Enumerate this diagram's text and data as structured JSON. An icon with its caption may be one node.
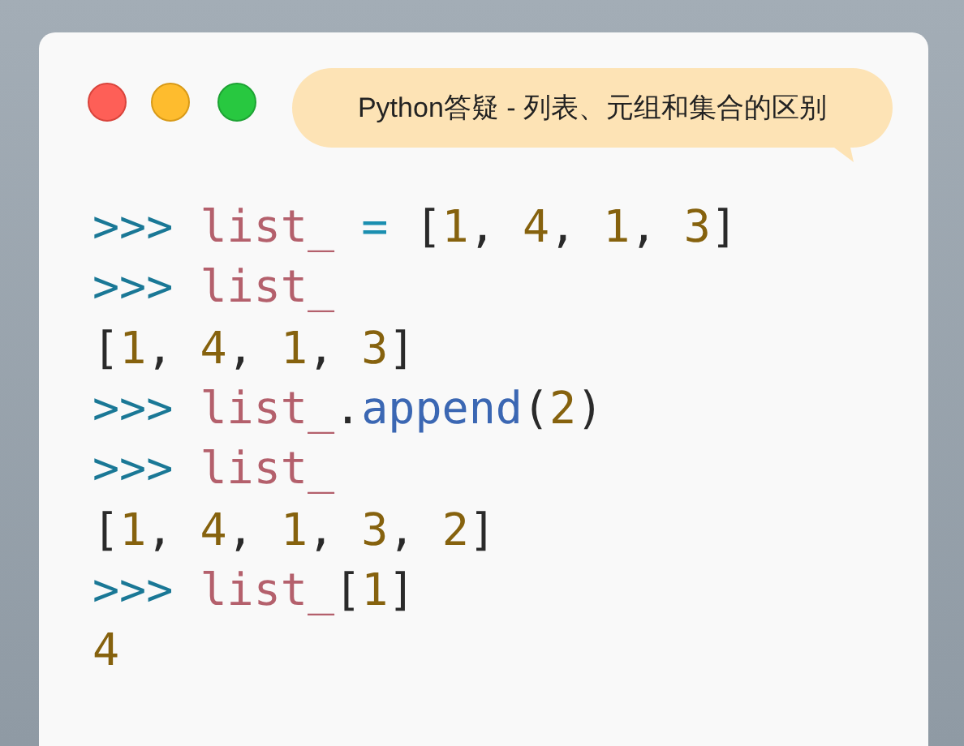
{
  "diagram": {
    "nodes": [
      {
        "text": [
          "Python答疑 - 列表、元组和集合的区别"
        ]
      }
    ],
    "labels": [
      ">>> list_ = [1, 4, 1, 3]",
      ">>> list_",
      "[1, 4, 1, 3]",
      ">>> list_.append(2)",
      ">>> list_",
      "[1, 4, 1, 3, 2]",
      ">>> list_[1]",
      "4"
    ]
  }
}
